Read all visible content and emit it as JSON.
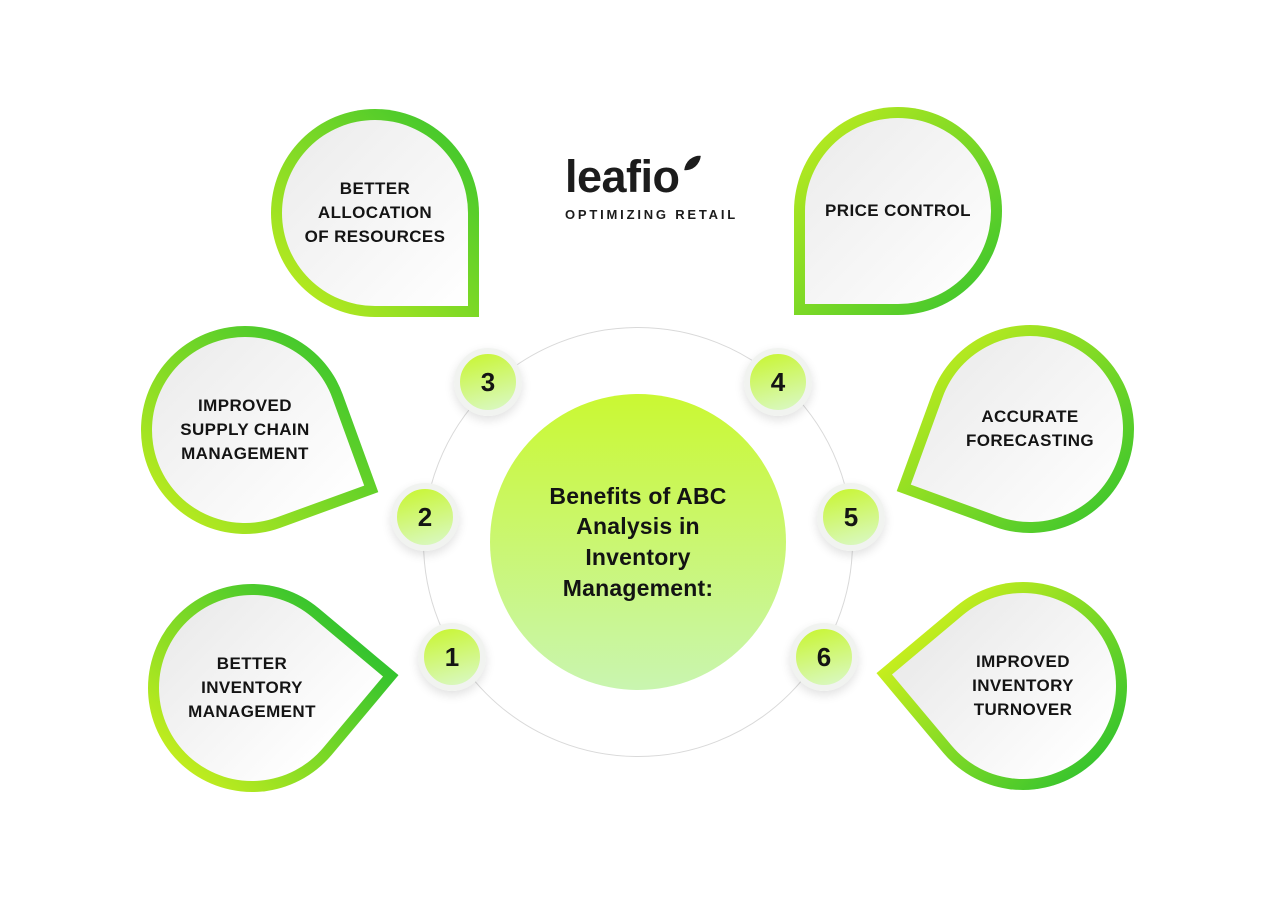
{
  "logo": {
    "name": "leafio",
    "tagline": "OPTIMIZING RETAIL"
  },
  "center": {
    "title": "Benefits of ABC\nAnalysis in\nInventory\nManagement:"
  },
  "benefits": [
    {
      "number": "1",
      "label": "BETTER\nINVENTORY\nMANAGEMENT"
    },
    {
      "number": "2",
      "label": "IMPROVED\nSUPPLY CHAIN\nMANAGEMENT"
    },
    {
      "number": "3",
      "label": "BETTER\nALLOCATION\nOF RESOURCES"
    },
    {
      "number": "4",
      "label": "PRICE CONTROL"
    },
    {
      "number": "5",
      "label": "ACCURATE\nFORECASTING"
    },
    {
      "number": "6",
      "label": "IMPROVED\nINVENTORY\nTURNOVER"
    }
  ],
  "colors": {
    "background": "#ffffff",
    "border_gradient_yellow": "#c6ee1e",
    "border_gradient_green": "#33c32e",
    "center_circle_top": "#caf832",
    "center_circle_bottom": "#c9f5b0",
    "badge_gradient_top": "#c9f636",
    "badge_gradient_bottom": "#d9f8c2",
    "bubble_fill_gray": "#ebebeb",
    "ring_gray": "#d9d9d9",
    "text": "#141414"
  }
}
